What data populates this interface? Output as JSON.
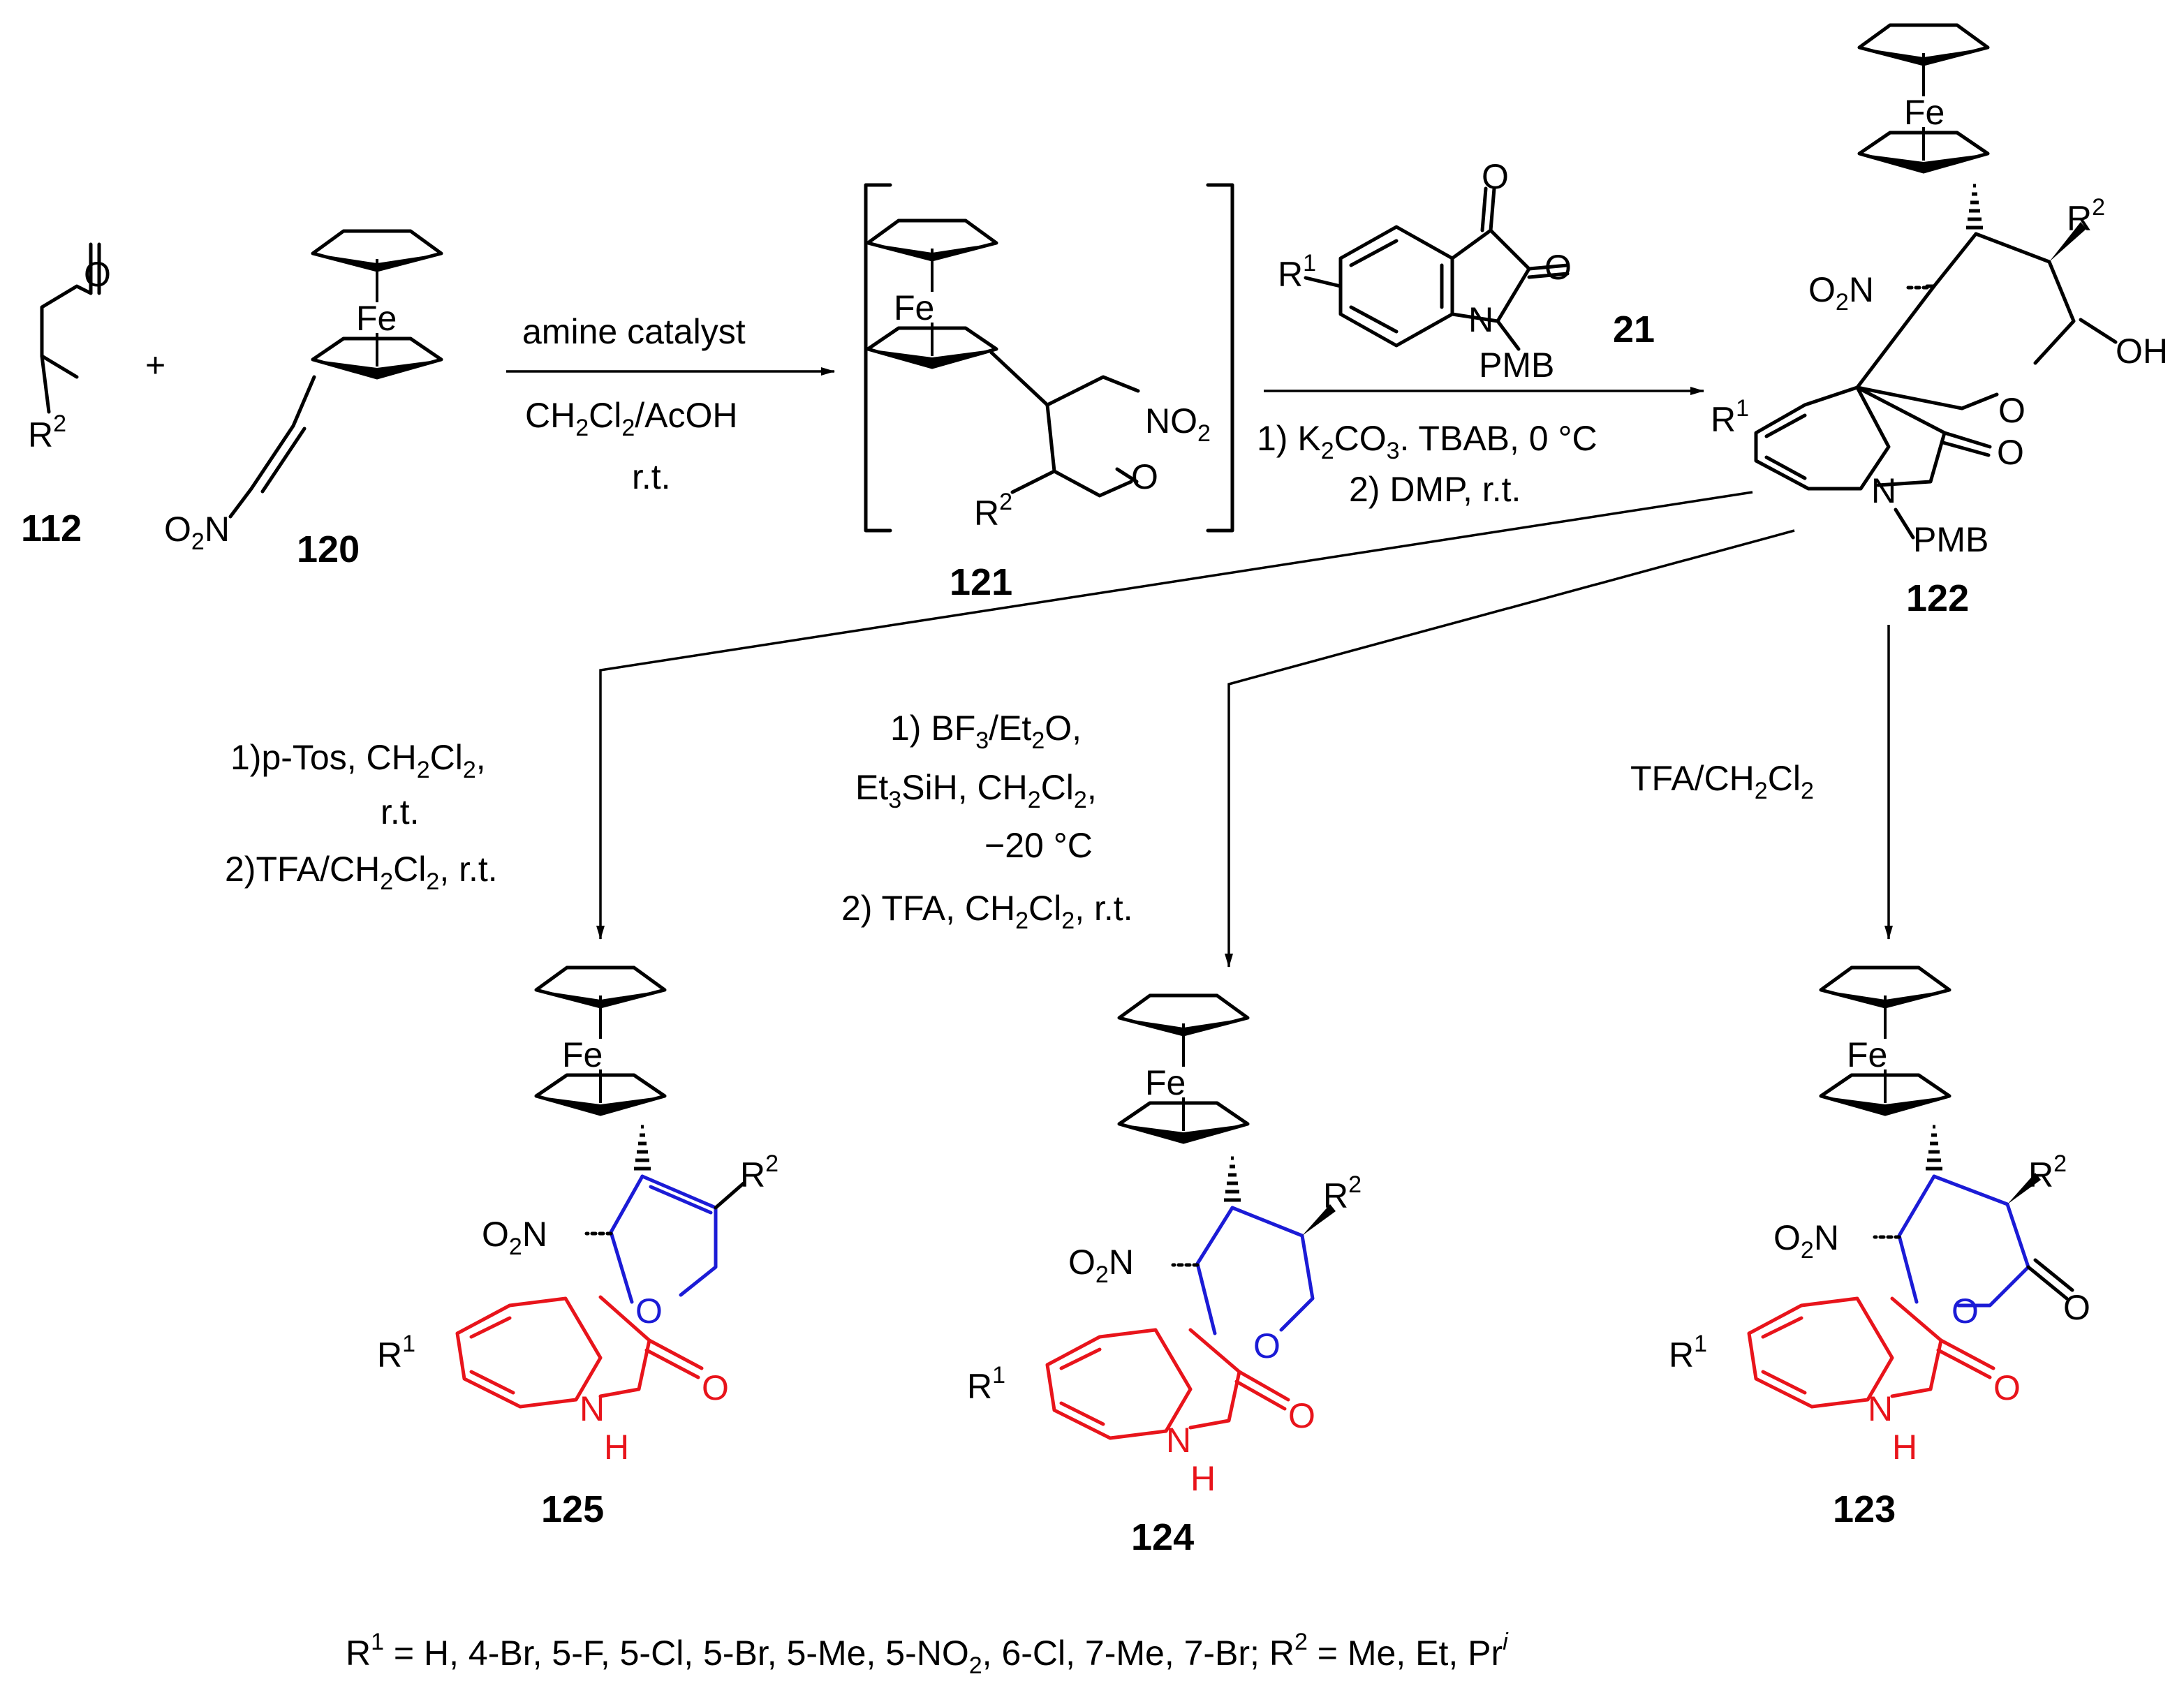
{
  "compounds": {
    "c112": "112",
    "c120": "120",
    "c121": "121",
    "c21": "21",
    "c122": "122",
    "c123": "123",
    "c124": "124",
    "c125": "125"
  },
  "atoms": {
    "fe": "Fe",
    "r1": "R",
    "r2": "R",
    "sup1": "1",
    "sup2": "2",
    "o": "O",
    "oh": "OH",
    "n": "N",
    "h": "H",
    "pmb": "PMB",
    "no2_o": "O",
    "no2_sub": "2",
    "no2_n": "N",
    "nitro": "NO",
    "plus": "+"
  },
  "conditions": {
    "step1_line1": "amine catalyst",
    "step1_line2_a": "CH",
    "step1_line2_b": "2",
    "step1_line2_c": "Cl",
    "step1_line2_d": "2",
    "step1_line2_e": "/AcOH",
    "step1_line3": "r.t.",
    "step2_line1_a": "1) K",
    "step2_line1_b": "2",
    "step2_line1_c": "CO",
    "step2_line1_d": "3",
    "step2_line1_e": ". TBAB, 0 °C",
    "step2_line2": "2) DMP,  r.t.",
    "to125_line1_a": "1)p-Tos,  CH",
    "to125_line1_b": "2",
    "to125_line1_c": "Cl",
    "to125_line1_d": "2",
    "to125_line1_e": ",",
    "to125_line2": "r.t.",
    "to125_line3_a": "2)TFA/CH",
    "to125_line3_b": "2",
    "to125_line3_c": "Cl",
    "to125_line3_d": "2",
    "to125_line3_e": ", r.t.",
    "to124_line1_a": "1) BF",
    "to124_line1_b": "3",
    "to124_line1_c": "/Et",
    "to124_line1_d": "2",
    "to124_line1_e": "O,",
    "to124_line2_a": "Et",
    "to124_line2_b": "3",
    "to124_line2_c": "SiH, CH",
    "to124_line2_d": "2",
    "to124_line2_e": "Cl",
    "to124_line2_f": "2",
    "to124_line2_g": ",",
    "to124_line3": "−20 °C",
    "to124_line4_a": "2) TFA, CH",
    "to124_line4_b": "2",
    "to124_line4_c": "Cl",
    "to124_line4_d": "2",
    "to124_line4_e": ", r.t.",
    "to123_a": "TFA/CH",
    "to123_b": "2",
    "to123_c": "Cl",
    "to123_d": "2"
  },
  "footnote": {
    "a": "R",
    "b": "1",
    "c": " = H, 4-Br, 5-F, 5-Cl, 5-Br, 5-Me, 5-NO",
    "d": "2",
    "e": ", 6-Cl, 7-Me, 7-Br; R",
    "f": "2",
    "g": " = Me, Et, Pr",
    "h": "i"
  },
  "colors": {
    "oxindole": "#e8141b",
    "pyran": "#1b1bd6",
    "default": "#000000"
  }
}
